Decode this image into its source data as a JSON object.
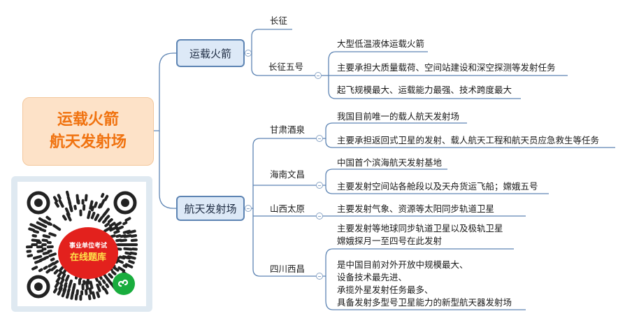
{
  "root": {
    "line1": "运载火箭",
    "line2": "航天发射场"
  },
  "rockets": {
    "label": "运载火箭",
    "changzheng": "长征",
    "cz5": "长征五号",
    "cz5_notes": [
      "大型低温液体运载火箭",
      "主要承担大质量载荷、空间站建设和深空探测等发射任务",
      "起飞规模最大、运载能力最强、技术跨度最大"
    ]
  },
  "sites": {
    "label": "航天发射场",
    "jiuquan": {
      "name": "甘肃酒泉",
      "notes": [
        "我国目前唯一的载人航天发射场",
        "主要承担返回式卫星的发射、载人航天工程和航天员应急救生等任务"
      ]
    },
    "wenchang": {
      "name": "海南文昌",
      "notes": [
        "中国首个滨海航天发射基地",
        "主要发射空间站各舱段以及天舟货运飞船；嫦娥五号"
      ]
    },
    "taiyuan": {
      "name": "山西太原",
      "notes": [
        "主要发射气象、资源等太阳同步轨道卫星"
      ]
    },
    "xichang": {
      "name": "四川西昌",
      "note1": [
        "主要发射等地球同步轨道卫星以及极轨卫星",
        "嫦娥探月一至四号在此发射"
      ],
      "note2": [
        "是中国目前对外开放中规模最大、",
        "设备技术最先进、",
        "承揽外星发射任务最多、",
        "具备发射多型号卫星能力的新型航天器发射场"
      ]
    }
  },
  "qr_badge": {
    "top": "事业单位考试",
    "bottom": "在线题库"
  },
  "colors": {
    "root_text": "#f0720f",
    "root_fill": "#fde2c8",
    "branch_fill": "#dde9f7",
    "branch_border": "#5d84b3",
    "line": "#5d84b3",
    "badge": "#e3211d",
    "wechat": "#19ad3e"
  },
  "icons": [
    "collapse-icon",
    "qr-code",
    "wechat-miniprogram-icon"
  ]
}
